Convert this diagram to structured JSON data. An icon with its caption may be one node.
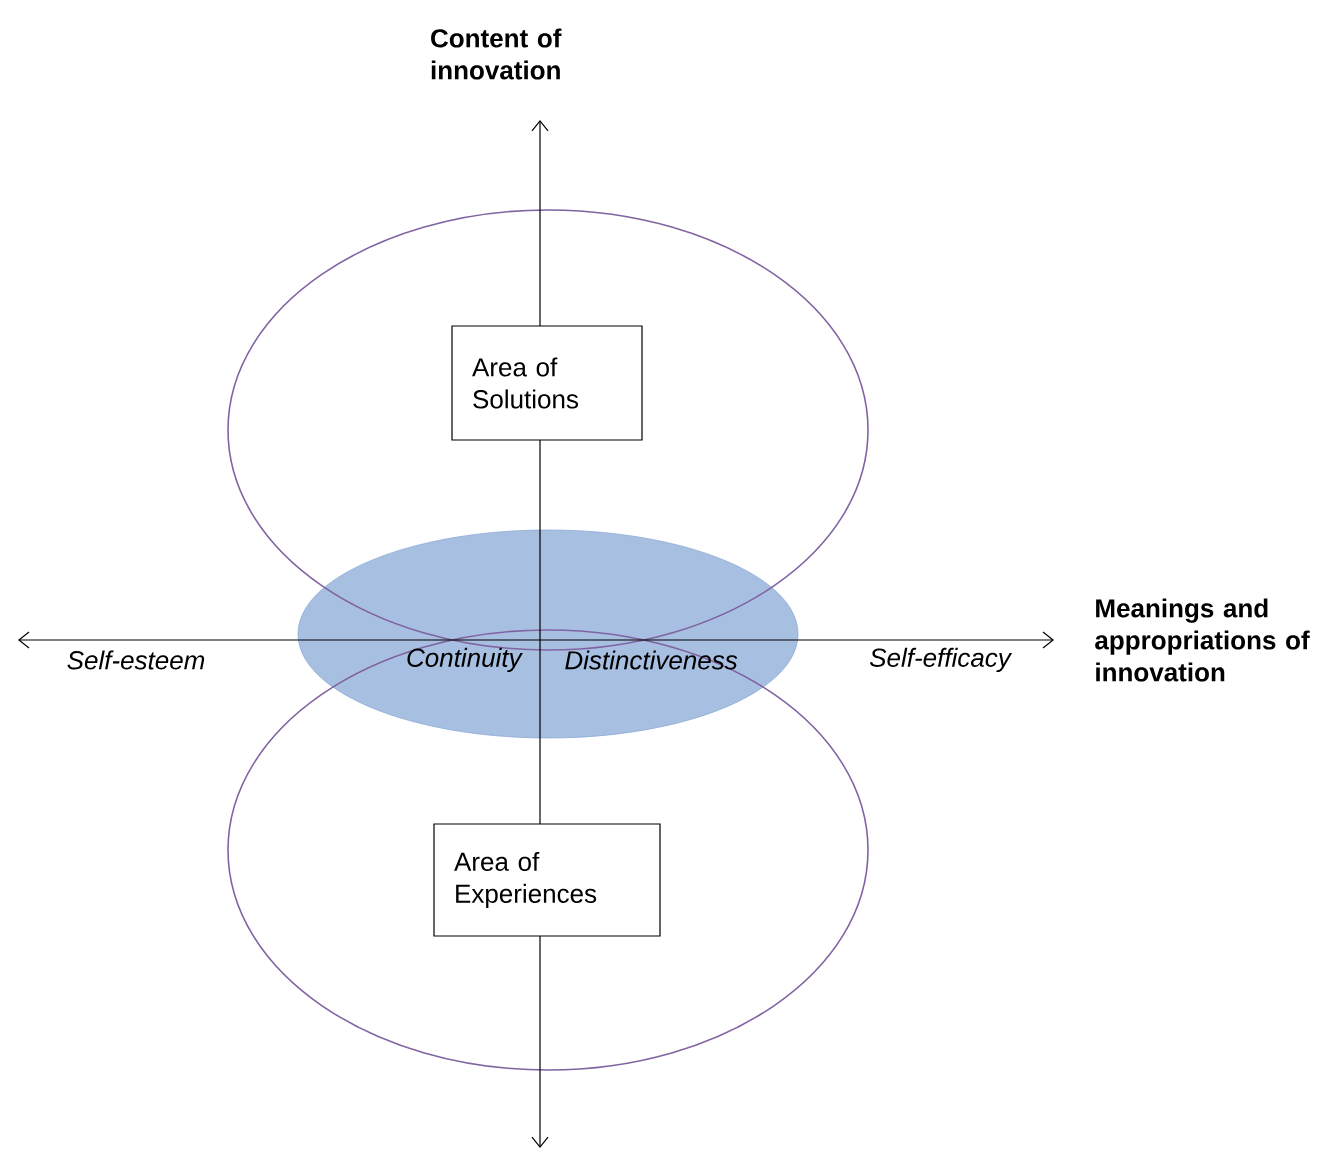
{
  "diagram": {
    "nodes": [
      {
        "text": [
          "Area of Solutions"
        ]
      },
      {
        "text": [
          "Area of Experiences"
        ]
      },
      {
        "text": [
          "Continuity",
          "Distinctiveness"
        ]
      }
    ],
    "labels": [
      "Content of innovation",
      "Meanings and appropriations of innovation",
      "Self-esteem",
      "Self-efficacy"
    ]
  }
}
